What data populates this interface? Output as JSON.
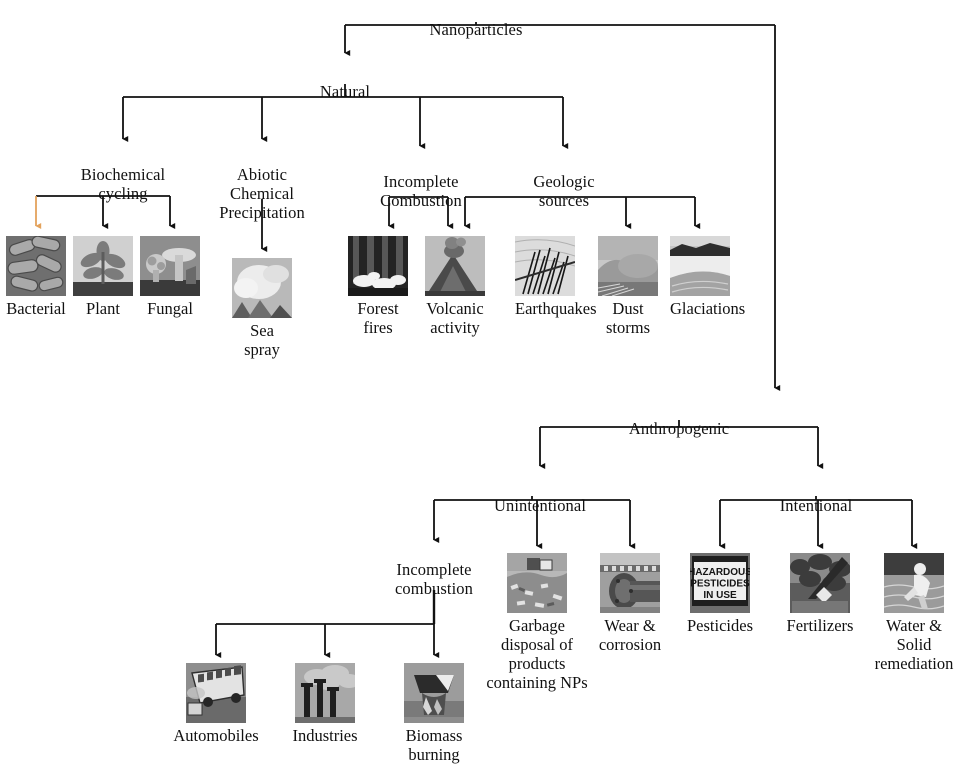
{
  "diagram": {
    "title": "Nanoparticles",
    "root": {
      "label": "Nanoparticles"
    },
    "branches": {
      "natural": {
        "label": "Natural"
      },
      "anthropogenic": {
        "label": "Anthropogenic"
      },
      "unintentional": {
        "label": "Unintentional"
      },
      "intentional": {
        "label": "Intentional"
      }
    },
    "categories": {
      "biochemical_cycling": {
        "label": "Biochemical\ncycling"
      },
      "abiotic_chemical_precipitation": {
        "label": "Abiotic\nChemical\nPrecipitation"
      },
      "incomplete_combustion_natural": {
        "label": "Incomplete\nCombustion"
      },
      "geologic_sources": {
        "label": "Geologic\nsources"
      },
      "incomplete_combustion_anthropogenic": {
        "label": "Incomplete\ncombustion"
      }
    },
    "leaves": {
      "bacterial": {
        "label": "Bacterial",
        "icon": "bacteria-micrograph-icon"
      },
      "plant": {
        "label": "Plant",
        "icon": "seedling-photo-icon"
      },
      "fungal": {
        "label": "Fungal",
        "icon": "mushroom-photo-icon"
      },
      "sea_spray": {
        "label": "Sea spray",
        "icon": "sea-spray-photo-icon"
      },
      "forest_fires": {
        "label": "Forest\nfires",
        "icon": "forest-fire-photo-icon"
      },
      "volcanic_activity": {
        "label": "Volcanic\nactivity",
        "icon": "volcano-photo-icon"
      },
      "earthquakes": {
        "label": "Earthquakes",
        "icon": "seismograph-photo-icon"
      },
      "dust_storms": {
        "label": "Dust\nstorms",
        "icon": "dust-storm-photo-icon"
      },
      "glaciations": {
        "label": "Glaciations",
        "icon": "glacier-photo-icon"
      },
      "garbage_disposal": {
        "label": "Garbage\ndisposal of\nproducts\ncontaining NPs",
        "icon": "landfill-photo-icon"
      },
      "wear_corrosion": {
        "label": "Wear &\ncorrosion",
        "icon": "corroded-pipe-photo-icon"
      },
      "pesticides": {
        "label": "Pesticides",
        "icon": "hazardous-pesticides-sign-icon"
      },
      "fertilizers": {
        "label": "Fertilizers",
        "icon": "fertilizing-field-photo-icon"
      },
      "water_solid_remediation": {
        "label": "Water &\nSolid\nremediation",
        "icon": "water-remediation-photo-icon"
      },
      "automobiles": {
        "label": "Automobiles",
        "icon": "bus-exhaust-photo-icon"
      },
      "industries": {
        "label": "Industries",
        "icon": "smokestacks-photo-icon"
      },
      "biomass_burning": {
        "label": "Biomass\nburning",
        "icon": "biomass-cooking-fire-photo-icon"
      }
    },
    "pesticide_sign_text": {
      "line1": "HAZARDOUS",
      "line2": "PESTICIDES",
      "line3": "IN USE"
    },
    "colors": {
      "connector": "#111111",
      "highlight_connector": "#e3a25c",
      "background": "#ffffff",
      "text": "#111111"
    }
  }
}
